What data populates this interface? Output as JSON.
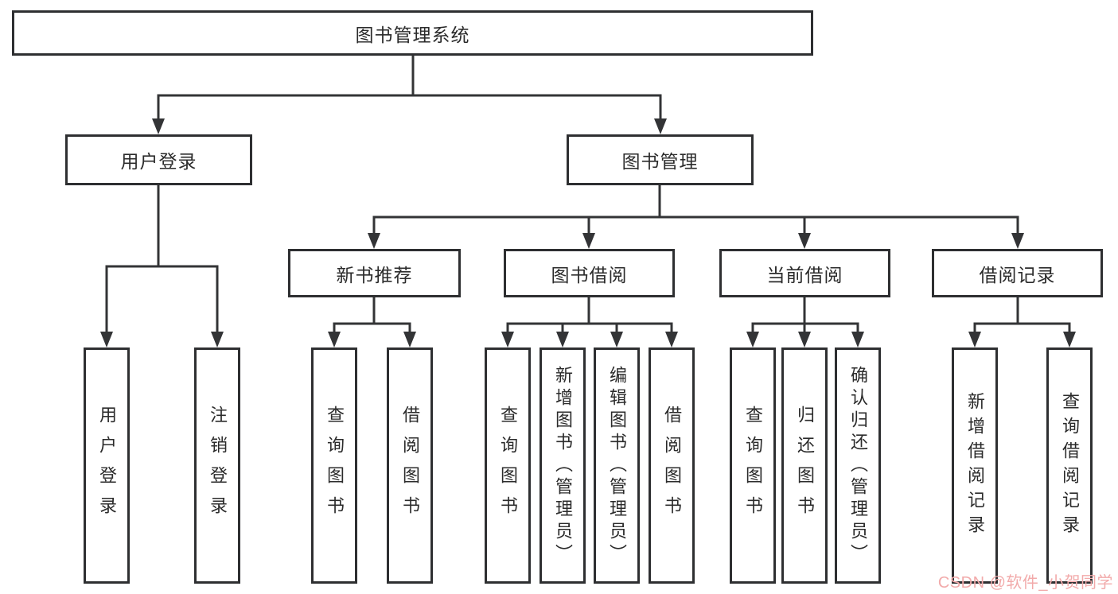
{
  "colors": {
    "line": "#333436",
    "box_border": "#2e2f31",
    "text": "#2b2b2b",
    "watermark": "#f2aaaa",
    "background": "#ffffff"
  },
  "watermark": {
    "text": "CSDN @软件_小贺同学"
  },
  "tree": {
    "root": {
      "label": "图书管理系统",
      "children": [
        {
          "label": "用户登录",
          "children": [
            {
              "label": "用户登录"
            },
            {
              "label": "注销登录"
            }
          ]
        },
        {
          "label": "图书管理",
          "children": [
            {
              "label": "新书推荐",
              "children": [
                {
                  "label": "查询图书"
                },
                {
                  "label": "借阅图书"
                }
              ]
            },
            {
              "label": "图书借阅",
              "children": [
                {
                  "label": "查询图书"
                },
                {
                  "label": "新增图书（管理员）"
                },
                {
                  "label": "编辑图书（管理员）"
                },
                {
                  "label": "借阅图书"
                }
              ]
            },
            {
              "label": "当前借阅",
              "children": [
                {
                  "label": "查询图书"
                },
                {
                  "label": "归还图书"
                },
                {
                  "label": "确认归还（管理员）"
                }
              ]
            },
            {
              "label": "借阅记录",
              "children": [
                {
                  "label": "新增借阅记录"
                },
                {
                  "label": "查询借阅记录"
                }
              ]
            }
          ]
        }
      ]
    }
  }
}
